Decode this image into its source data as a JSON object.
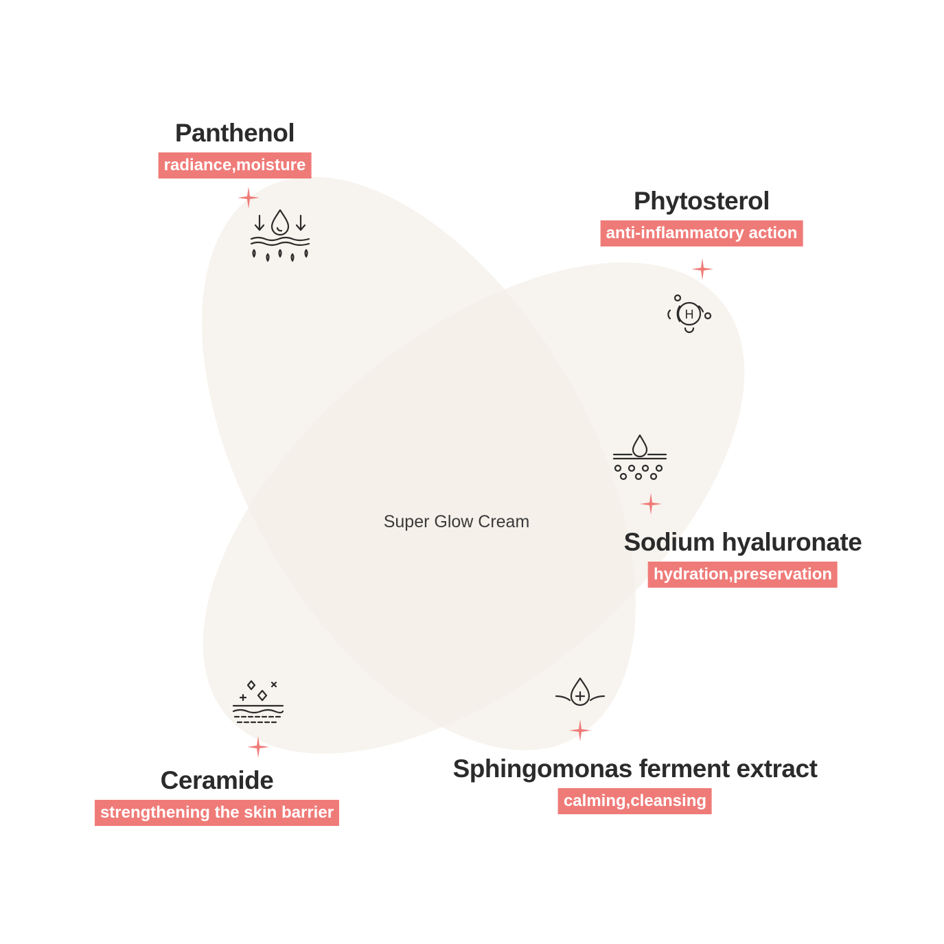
{
  "center": {
    "label": "Super Glow Cream"
  },
  "ingredients": [
    {
      "name": "Panthenol",
      "benefit": "radiance,moisture",
      "icon": "skin-moisture-drops-icon"
    },
    {
      "name": "Phytosterol",
      "benefit": "anti-inflammatory action",
      "icon": "hydrogen-molecule-icon"
    },
    {
      "name": "Sodium hyaluronate",
      "benefit": "hydration,preservation",
      "icon": "skin-absorption-drop-icon"
    },
    {
      "name": "Ceramide",
      "benefit": "strengthening the skin barrier",
      "icon": "skin-barrier-sparkle-icon"
    },
    {
      "name": "Sphingomonas ferment extract",
      "benefit": "calming,cleansing",
      "icon": "drop-plus-icon"
    }
  ],
  "colors": {
    "accent": "#ef7b78",
    "petal": "#f4eee7",
    "text": "#2b2b2b"
  }
}
